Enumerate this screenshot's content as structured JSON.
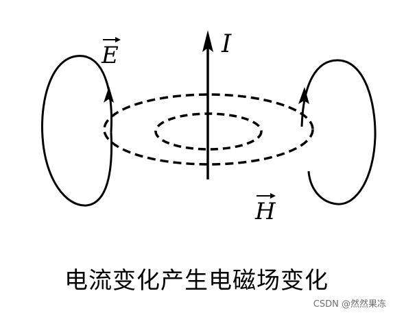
{
  "diagram": {
    "current_label": "I",
    "electric_field_label": "E",
    "magnetic_field_label": "H",
    "caption": "电流变化产生电磁场变化"
  },
  "watermark": "CSDN @然然果冻"
}
